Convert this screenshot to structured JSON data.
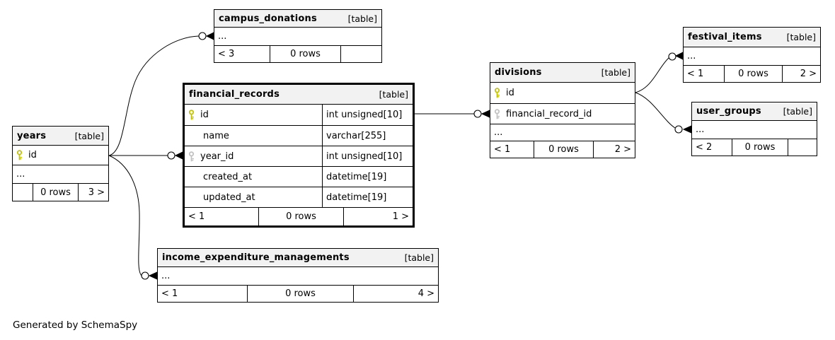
{
  "app": {
    "generator_note": "Generated by SchemaSpy"
  },
  "colors": {
    "background": "#ffffff",
    "table_header_bg": "#f2f2f2",
    "table_border": "#000000",
    "primary_key_icon": "#c2c20a",
    "foreign_key_icon": "#c2c2c2"
  },
  "icons": {
    "primary_key": "key-icon-gold",
    "foreign_key": "key-icon-gray"
  },
  "tables": [
    {
      "name": "years",
      "tag": "[table]",
      "columns": [
        {
          "icon": "primary-key-icon",
          "label": "id"
        },
        {
          "label": "..."
        }
      ],
      "footer": {
        "left": "",
        "center": "0 rows",
        "right": "3 >"
      }
    },
    {
      "name": "campus_donations",
      "tag": "[table]",
      "columns": [
        {
          "label": "..."
        }
      ],
      "footer": {
        "left": "< 3",
        "center": "0 rows",
        "right": ""
      }
    },
    {
      "name": "financial_records",
      "tag": "[table]",
      "emphasized": true,
      "columns": [
        {
          "icon": "primary-key-icon",
          "label": "id",
          "type": "int unsigned[10]"
        },
        {
          "label": "name",
          "type": "varchar[255]"
        },
        {
          "icon": "foreign-key-icon",
          "label": "year_id",
          "type": "int unsigned[10]"
        },
        {
          "label": "created_at",
          "type": "datetime[19]"
        },
        {
          "label": "updated_at",
          "type": "datetime[19]"
        }
      ],
      "footer": {
        "left": "< 1",
        "center": "0 rows",
        "right": "1 >"
      }
    },
    {
      "name": "income_expenditure_managements",
      "tag": "[table]",
      "columns": [
        {
          "label": "..."
        }
      ],
      "footer": {
        "left": "< 1",
        "center": "0 rows",
        "right": "4 >"
      }
    },
    {
      "name": "divisions",
      "tag": "[table]",
      "columns": [
        {
          "icon": "primary-key-icon",
          "label": "id"
        },
        {
          "icon": "foreign-key-icon",
          "label": "financial_record_id"
        },
        {
          "label": "..."
        }
      ],
      "footer": {
        "left": "< 1",
        "center": "0 rows",
        "right": "2 >"
      }
    },
    {
      "name": "festival_items",
      "tag": "[table]",
      "columns": [
        {
          "label": "..."
        }
      ],
      "footer": {
        "left": "< 1",
        "center": "0 rows",
        "right": "2 >"
      }
    },
    {
      "name": "user_groups",
      "tag": "[table]",
      "columns": [
        {
          "label": "..."
        }
      ],
      "footer": {
        "left": "< 2",
        "center": "0 rows",
        "right": ""
      }
    }
  ],
  "relationships": [
    {
      "parent": "years.id",
      "child": "campus_donations"
    },
    {
      "parent": "years.id",
      "child": "financial_records.year_id"
    },
    {
      "parent": "years.id",
      "child": "income_expenditure_managements"
    },
    {
      "parent": "financial_records.id",
      "child": "divisions.financial_record_id"
    },
    {
      "parent": "divisions.id",
      "child": "festival_items"
    },
    {
      "parent": "divisions.id",
      "child": "user_groups"
    }
  ]
}
